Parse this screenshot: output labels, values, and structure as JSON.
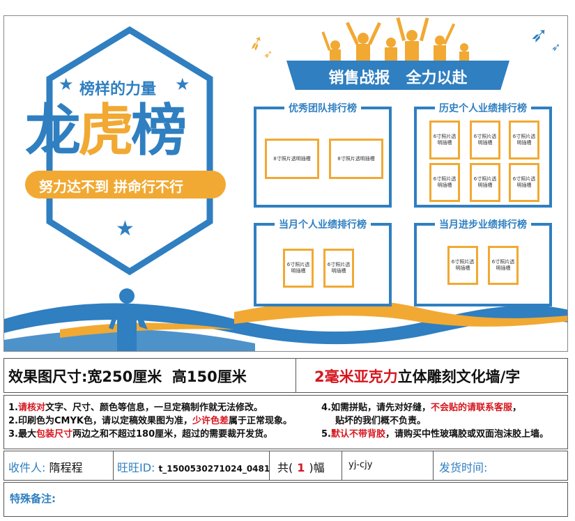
{
  "colors": {
    "blue": "#2f7fc1",
    "orange": "#f1a933",
    "red": "#d6161e"
  },
  "design": {
    "tagline": "榜样的力量",
    "main_title_1": "龙",
    "main_title_2": "虎",
    "main_title_3": "榜",
    "slogan": "努力达不到 拼命行不行",
    "banner": "销售战报   全力以赴",
    "photo_label_wide": "8寸照片透明插槽",
    "photo_label_tall": "6寸照片透明插槽",
    "boards": [
      {
        "title": "优秀团队排行榜"
      },
      {
        "title": "历史个人业绩排行榜"
      },
      {
        "title": "当月个人业绩排行榜"
      },
      {
        "title": "当月进步业绩排行榜"
      }
    ]
  },
  "info": {
    "size_label": "效果图尺寸:",
    "size_value": "宽250厘米  高150厘米",
    "material_highlight": "2毫米亚克力",
    "material_rest": "立体雕刻文化墙/字",
    "notes_left": [
      {
        "num": "1.",
        "hl": "请核对",
        "text": "文字、尺寸、颜色等信息，一旦定稿制作就无法修改。"
      },
      {
        "num": "2.",
        "pre": "印刷色为CMYK色，请以定稿效果图为准，",
        "hl": "少许色差",
        "text": "属于正常现象。"
      },
      {
        "num": "3.",
        "pre": "最大",
        "hl": "包装尺寸",
        "text": "两边之和不超过180厘米，超过的需要裁开发货。"
      }
    ],
    "notes_right": [
      {
        "num": "4.",
        "pre": "如需拼贴，请先对好缝，",
        "hl": "不会贴的请联系客服",
        "text": "，"
      },
      {
        "num": "",
        "pre": "",
        "hl": "",
        "text": "贴坏的我们概不负责。"
      },
      {
        "num": "5.",
        "pre": "",
        "hl": "默认不带背胶",
        "text": "，请购买中性玻璃胶或双面泡沫胶上墙。"
      }
    ],
    "recipient_label": "收件人:",
    "recipient_name": "隋程程",
    "wangwang_label": "旺旺ID:",
    "wangwang_value": "t_1500530271024_0481",
    "count_pre": "共(",
    "count_value": "1",
    "count_post": ")幅",
    "code": "yj-cjy",
    "ship_label": "发货时间:",
    "remark_label": "特殊备注:"
  }
}
